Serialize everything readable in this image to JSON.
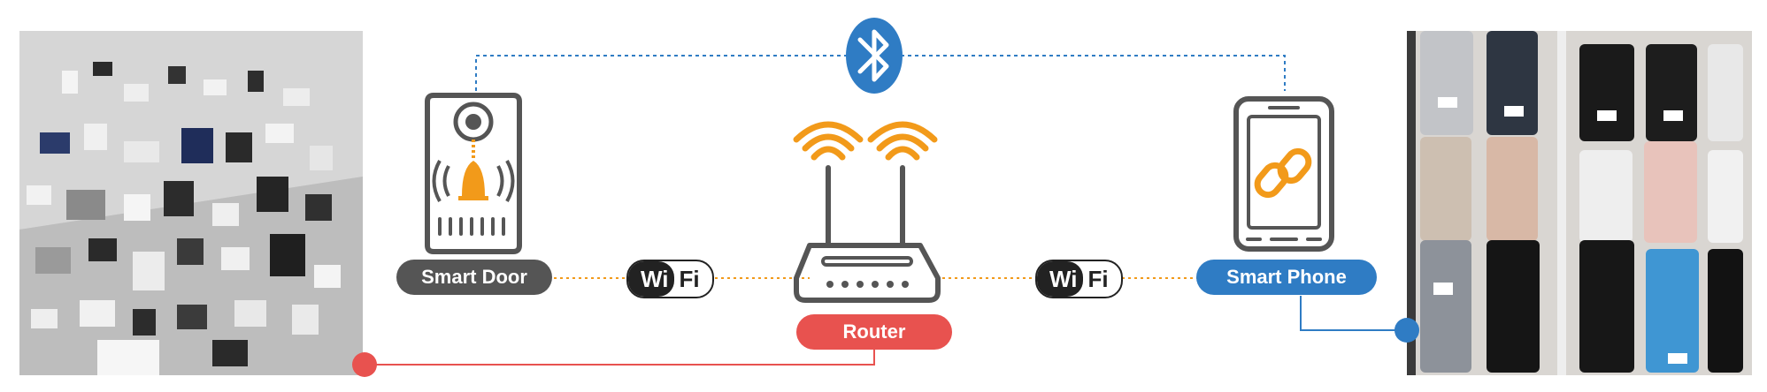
{
  "nodes": {
    "smart_door": "Smart Door",
    "router": "Router",
    "smart_phone": "Smart Phone"
  },
  "badges": {
    "wifi_left": {
      "wi": "Wi",
      "fi": "Fi"
    },
    "wifi_right": {
      "wi": "Wi",
      "fi": "Fi"
    }
  },
  "icons": {
    "bluetooth": "bluetooth-icon",
    "door": "smart-door-icon",
    "router": "router-icon",
    "phone": "smart-phone-icon",
    "link": "link-icon"
  },
  "colors": {
    "door_pill": "#555555",
    "router_pill": "#e8524f",
    "phone_pill": "#2f7cc4",
    "bluetooth": "#2f7cc4",
    "accent_orange": "#f29a1a",
    "device_gray": "#555555"
  }
}
